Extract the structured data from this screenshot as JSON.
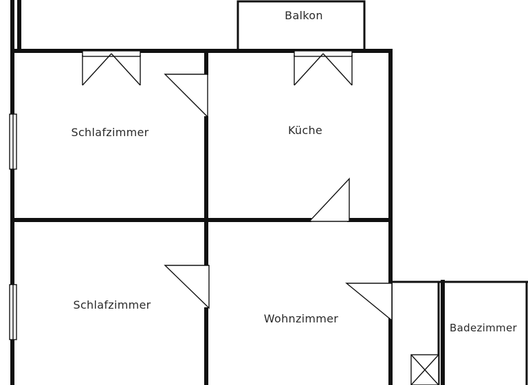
{
  "plan": {
    "rooms": [
      {
        "id": "balkon",
        "label": "Balkon"
      },
      {
        "id": "schlafzimmer-1",
        "label": "Schlafzimmer"
      },
      {
        "id": "kueche",
        "label": "Küche"
      },
      {
        "id": "schlafzimmer-2",
        "label": "Schlafzimmer"
      },
      {
        "id": "wohnzimmer",
        "label": "Wohnzimmer"
      },
      {
        "id": "badezimmer",
        "label": "Badezimmer"
      }
    ]
  }
}
